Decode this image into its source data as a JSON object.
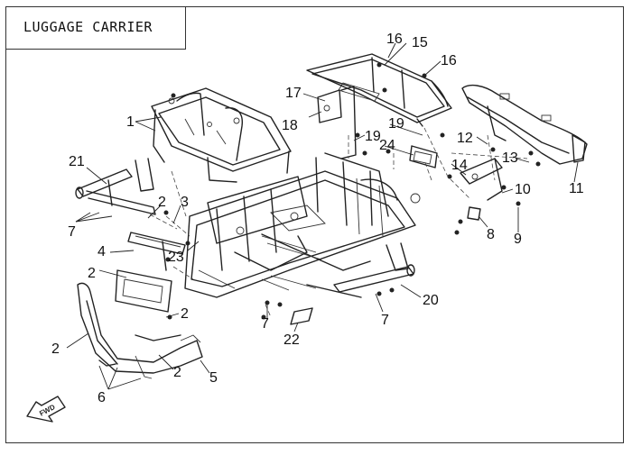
{
  "title": "LUGGAGE CARRIER",
  "direction_badge": "FWD",
  "callouts": [
    {
      "id": "c1",
      "label": "1"
    },
    {
      "id": "c2a",
      "label": "2"
    },
    {
      "id": "c2b",
      "label": "2"
    },
    {
      "id": "c2c",
      "label": "2"
    },
    {
      "id": "c2d",
      "label": "2"
    },
    {
      "id": "c2e",
      "label": "2"
    },
    {
      "id": "c3",
      "label": "3"
    },
    {
      "id": "c4",
      "label": "4"
    },
    {
      "id": "c5",
      "label": "5"
    },
    {
      "id": "c6",
      "label": "6"
    },
    {
      "id": "c7a",
      "label": "7"
    },
    {
      "id": "c7b",
      "label": "7"
    },
    {
      "id": "c7c",
      "label": "7"
    },
    {
      "id": "c8",
      "label": "8"
    },
    {
      "id": "c9",
      "label": "9"
    },
    {
      "id": "c10",
      "label": "10"
    },
    {
      "id": "c11",
      "label": "11"
    },
    {
      "id": "c12",
      "label": "12"
    },
    {
      "id": "c13",
      "label": "13"
    },
    {
      "id": "c14",
      "label": "14"
    },
    {
      "id": "c15",
      "label": "15"
    },
    {
      "id": "c16a",
      "label": "16"
    },
    {
      "id": "c16b",
      "label": "16"
    },
    {
      "id": "c17",
      "label": "17"
    },
    {
      "id": "c18",
      "label": "18"
    },
    {
      "id": "c19a",
      "label": "19"
    },
    {
      "id": "c19b",
      "label": "19"
    },
    {
      "id": "c20",
      "label": "20"
    },
    {
      "id": "c21",
      "label": "21"
    },
    {
      "id": "c22",
      "label": "22"
    },
    {
      "id": "c23",
      "label": "23"
    },
    {
      "id": "c24",
      "label": "24"
    }
  ]
}
